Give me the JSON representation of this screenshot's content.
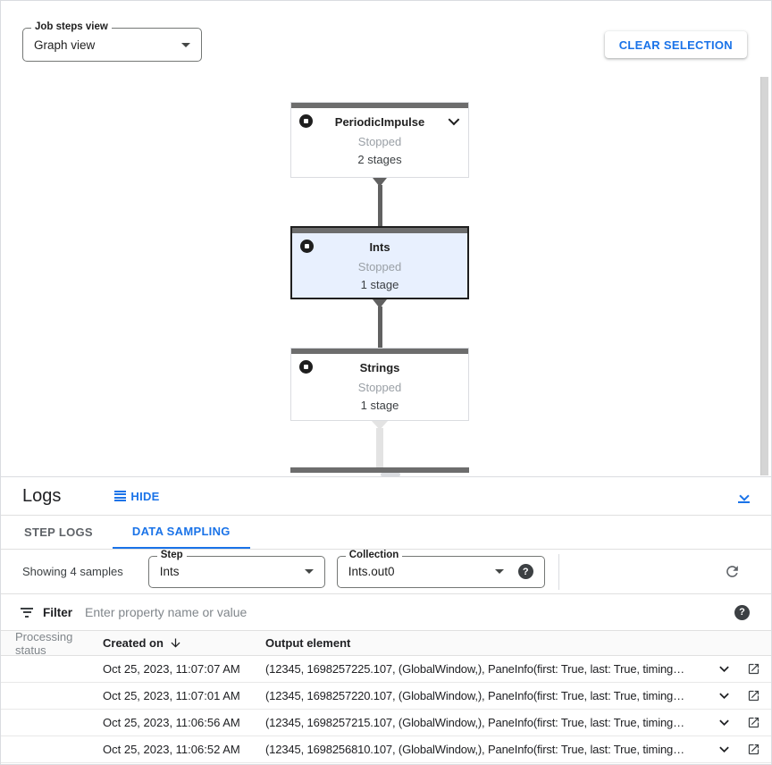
{
  "toolbar": {
    "job_steps_field": {
      "label": "Job steps view",
      "value": "Graph view"
    },
    "clear_selection_label": "CLEAR SELECTION"
  },
  "graph": {
    "nodes": [
      {
        "title": "PeriodicImpulse",
        "status": "Stopped",
        "stages": "2 stages",
        "selected": false,
        "expandable": true
      },
      {
        "title": "Ints",
        "status": "Stopped",
        "stages": "1 stage",
        "selected": true,
        "expandable": false
      },
      {
        "title": "Strings",
        "status": "Stopped",
        "stages": "1 stage",
        "selected": false,
        "expandable": false
      }
    ]
  },
  "logs_panel": {
    "title": "Logs",
    "hide_label": "HIDE",
    "tabs": [
      {
        "label": "STEP LOGS",
        "active": false
      },
      {
        "label": "DATA SAMPLING",
        "active": true
      }
    ],
    "sampling_controls": {
      "showing_text": "Showing 4 samples",
      "step_field": {
        "label": "Step",
        "value": "Ints"
      },
      "collection_field": {
        "label": "Collection",
        "value": "Ints.out0"
      },
      "help_glyph": "?"
    },
    "filter": {
      "label": "Filter",
      "placeholder": "Enter property name or value",
      "help_glyph": "?"
    },
    "table": {
      "columns": [
        "Processing status",
        "Created on",
        "Output element"
      ],
      "rows": [
        {
          "created_on": "Oct 25, 2023, 11:07:07 AM",
          "output_element": "(12345, 1698257225.107, (GlobalWindow,), PaneInfo(first: True, last: True, timing…"
        },
        {
          "created_on": "Oct 25, 2023, 11:07:01 AM",
          "output_element": "(12345, 1698257220.107, (GlobalWindow,), PaneInfo(first: True, last: True, timing…"
        },
        {
          "created_on": "Oct 25, 2023, 11:06:56 AM",
          "output_element": "(12345, 1698257215.107, (GlobalWindow,), PaneInfo(first: True, last: True, timing…"
        },
        {
          "created_on": "Oct 25, 2023, 11:06:52 AM",
          "output_element": "(12345, 1698256810.107, (GlobalWindow,), PaneInfo(first: True, last: True, timing…"
        }
      ]
    }
  },
  "colors": {
    "accent_blue": "#1a73e8",
    "selected_node_bg": "#e8f0fe",
    "node_topbar_gray": "#6d6d6d",
    "status_text_gray": "#9aa0a6"
  }
}
